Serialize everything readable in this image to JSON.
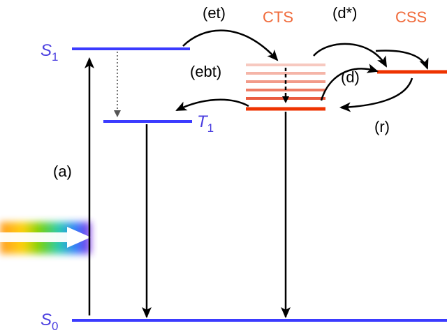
{
  "colors": {
    "level_blue": "#3b3bff",
    "level_red": "#ee3300",
    "label_blue": "#4b3fe0",
    "label_red": "#f06a3a",
    "cts_fade": [
      "#f7c9c0",
      "#f5b5a8",
      "#f29b8a",
      "#ee7d66",
      "#ea5c40"
    ],
    "arrow": "#000000",
    "dotted_arrow": "#555555"
  },
  "states": {
    "s1": {
      "letter": "S",
      "sub": "1"
    },
    "t1": {
      "letter": "T",
      "sub": "1"
    },
    "s0": {
      "letter": "S",
      "sub": "0"
    }
  },
  "species": {
    "cts": "CTS",
    "css": "CSS"
  },
  "processes": {
    "a": "(a)",
    "et": "(et)",
    "ebt": "(ebt)",
    "d_star": "(d*)",
    "d": "(d)",
    "r": "(r)"
  },
  "icons": {
    "light": "rainbow-light-arrow-icon"
  }
}
